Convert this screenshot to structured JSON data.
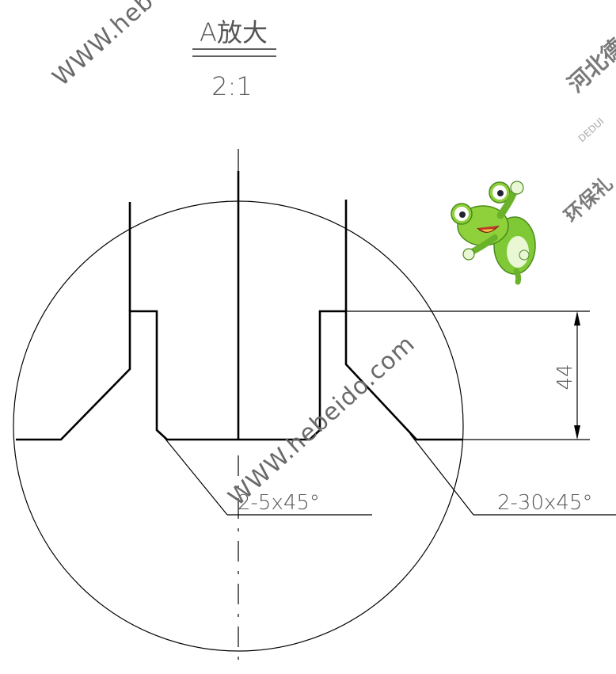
{
  "title": {
    "label": "A放大",
    "scale": "2:1"
  },
  "dimensions": {
    "height": "44",
    "chamfer_small": "2-5x45°",
    "chamfer_large": "2-30x45°"
  },
  "watermarks": {
    "site_top": "WWW.hebe",
    "site_center": "WWW.hebeido.com",
    "company_cn": "河北德",
    "company_en": "DEDUI",
    "company_sub": "环保礼"
  },
  "colors": {
    "line": "#000000",
    "text": "#555555",
    "background": "#ffffff",
    "mascot": "#8ed13a"
  }
}
